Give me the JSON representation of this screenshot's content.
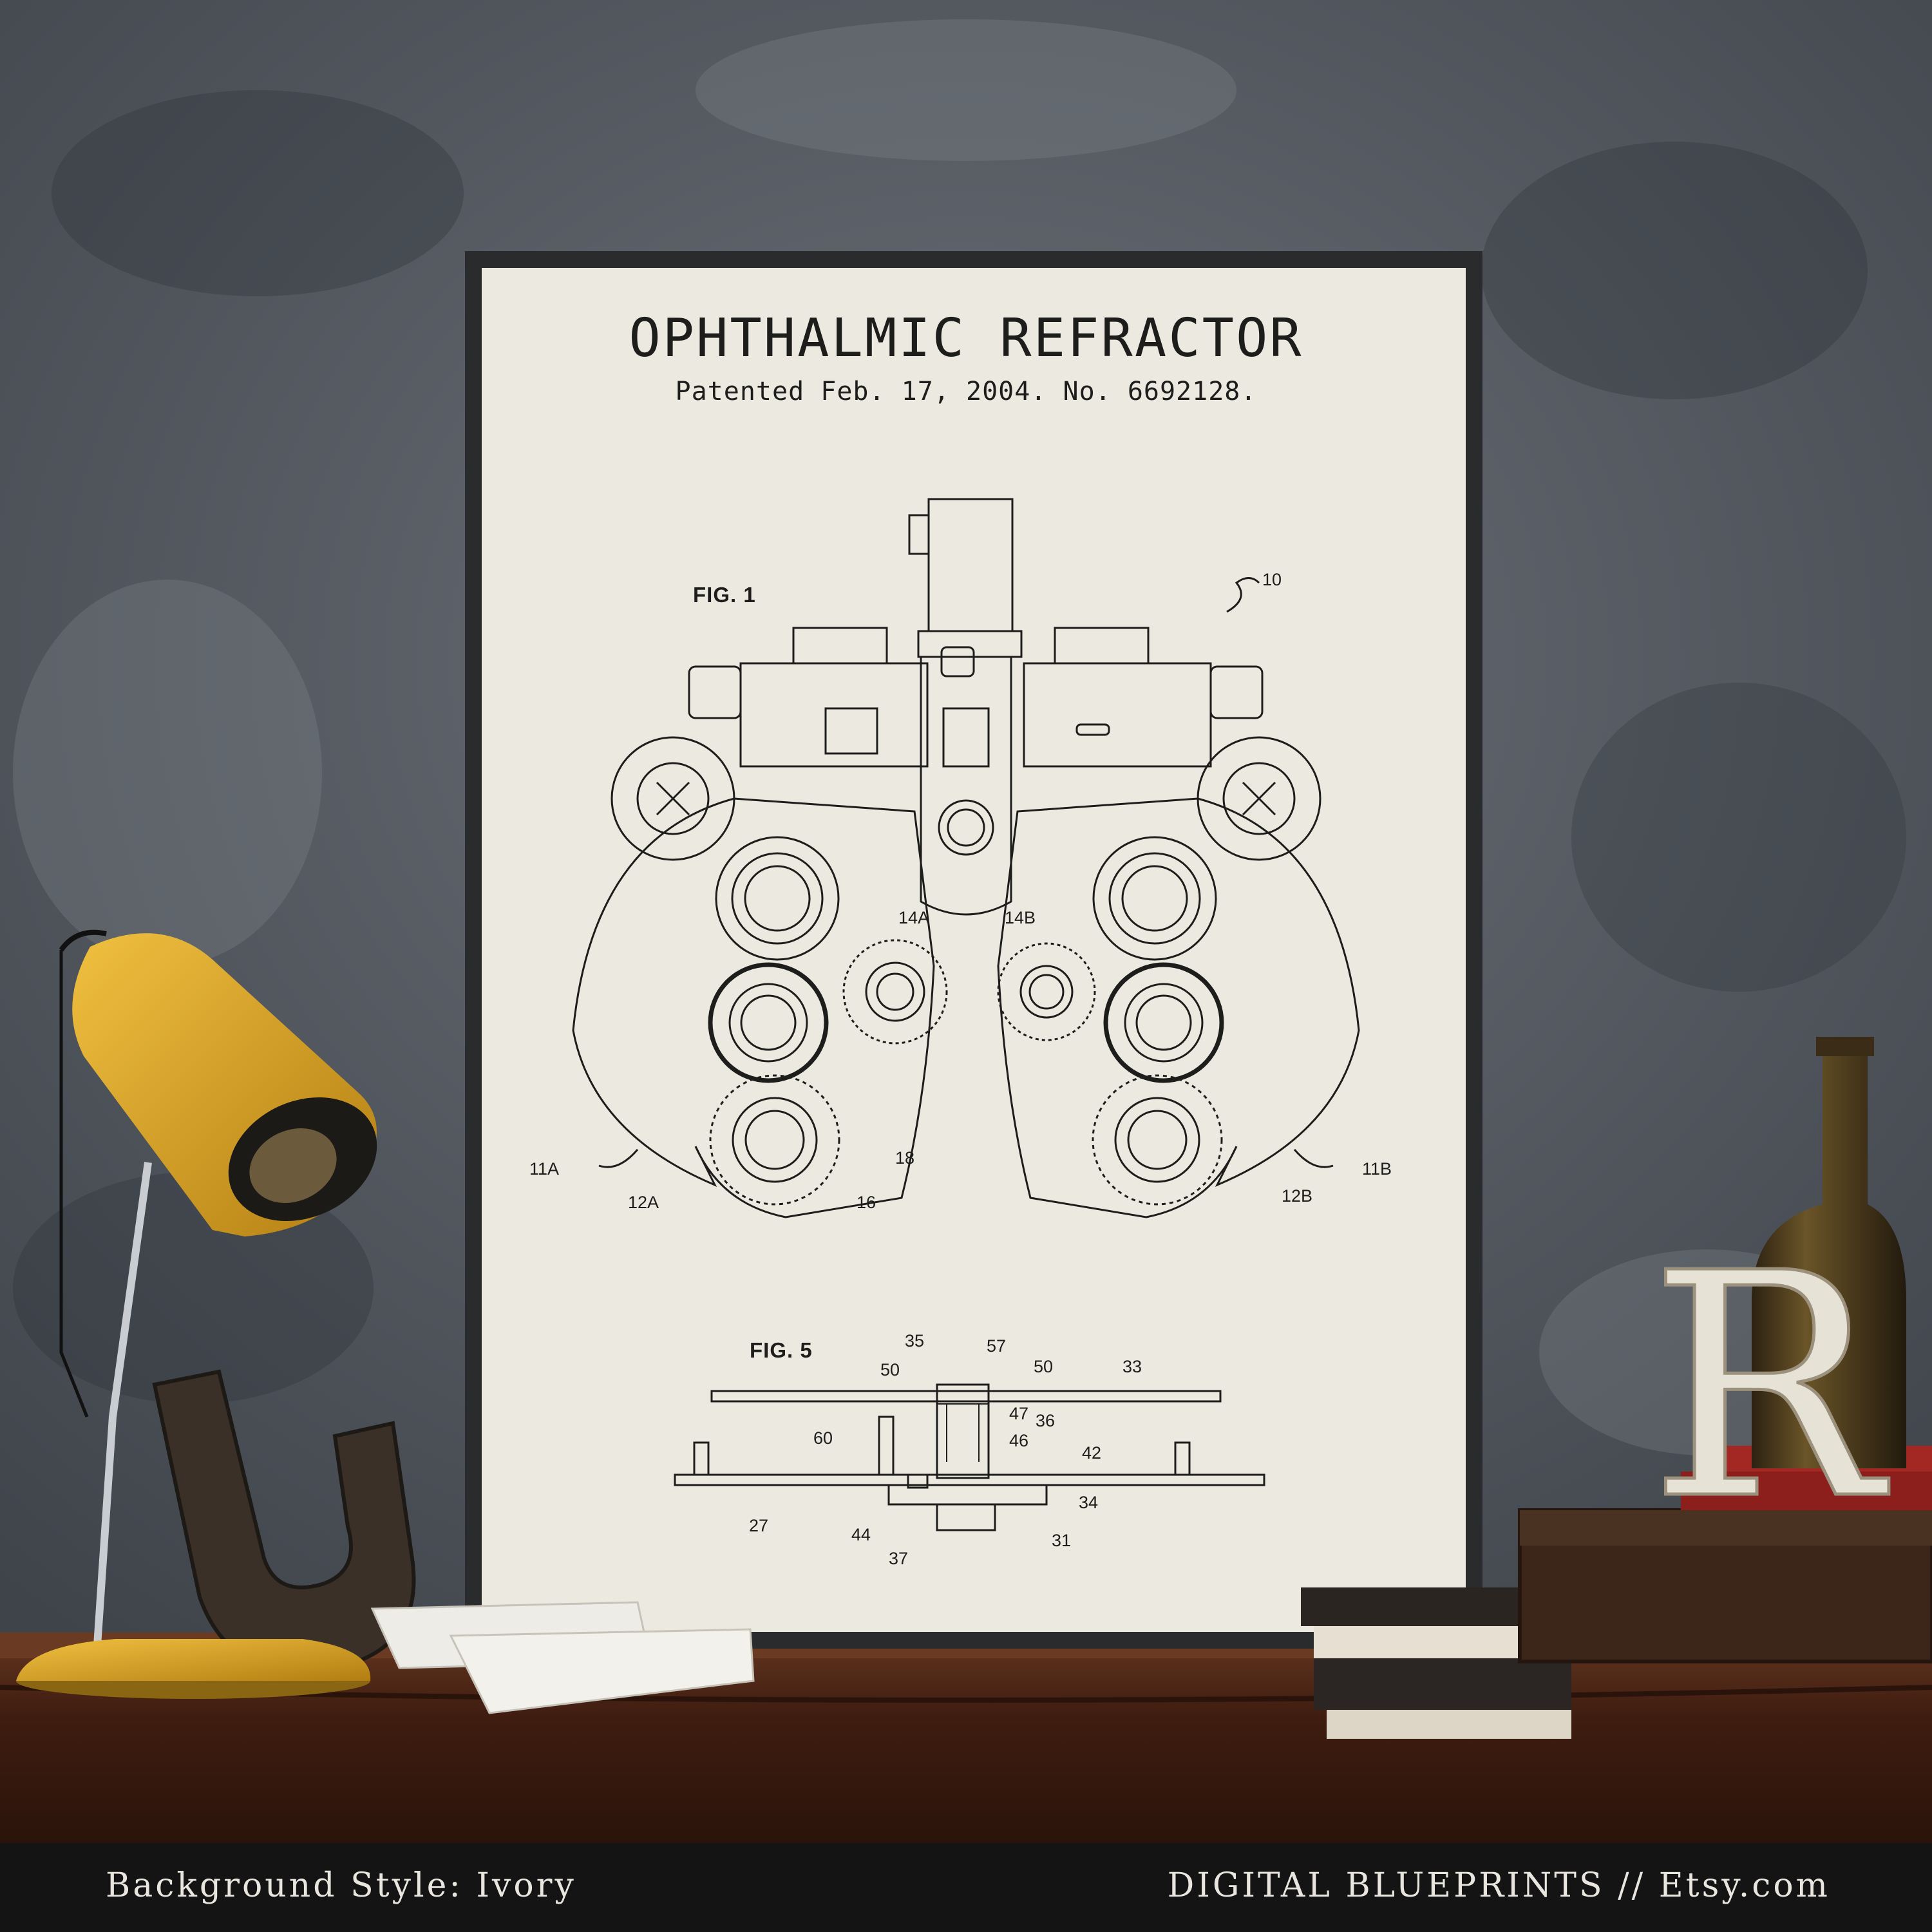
{
  "poster": {
    "title": "OPHTHALMIC REFRACTOR",
    "subtitle": "Patented Feb. 17, 2004.   No. 6692128.",
    "figures": [
      {
        "label": "FIG. 1"
      },
      {
        "label": "FIG. 5"
      }
    ],
    "fig1_callouts": [
      "10",
      "14A",
      "14B",
      "11A",
      "12A",
      "16",
      "18",
      "11B",
      "12B"
    ],
    "fig5_callouts": [
      "35",
      "57",
      "50",
      "50",
      "33",
      "47",
      "36",
      "46",
      "60",
      "42",
      "34",
      "27",
      "44",
      "37",
      "31"
    ]
  },
  "decor": {
    "letter_R": "R"
  },
  "caption": {
    "left": "Background Style: Ivory",
    "right": "DIGITAL BLUEPRINTS // Etsy.com"
  },
  "colors": {
    "wall": "#5d636b",
    "paper": "#ece9e1",
    "frame": "#2a2b2d",
    "ink": "#1d1d1b",
    "lamp": "#e0a82a",
    "table": "#4a2516",
    "caption_bar": "#141414"
  }
}
